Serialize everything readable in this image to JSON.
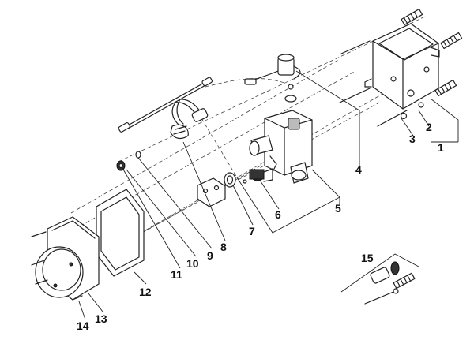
{
  "callouts": [
    {
      "id": "1",
      "text": "1"
    },
    {
      "id": "2",
      "text": "2"
    },
    {
      "id": "3",
      "text": "3"
    },
    {
      "id": "4",
      "text": "4"
    },
    {
      "id": "5",
      "text": "5"
    },
    {
      "id": "6",
      "text": "6"
    },
    {
      "id": "7",
      "text": "7"
    },
    {
      "id": "8",
      "text": "8"
    },
    {
      "id": "9",
      "text": "9"
    },
    {
      "id": "10",
      "text": "10"
    },
    {
      "id": "11",
      "text": "11"
    },
    {
      "id": "12",
      "text": "12"
    },
    {
      "id": "13",
      "text": "13"
    },
    {
      "id": "14",
      "text": "14"
    },
    {
      "id": "15",
      "text": "15"
    }
  ]
}
